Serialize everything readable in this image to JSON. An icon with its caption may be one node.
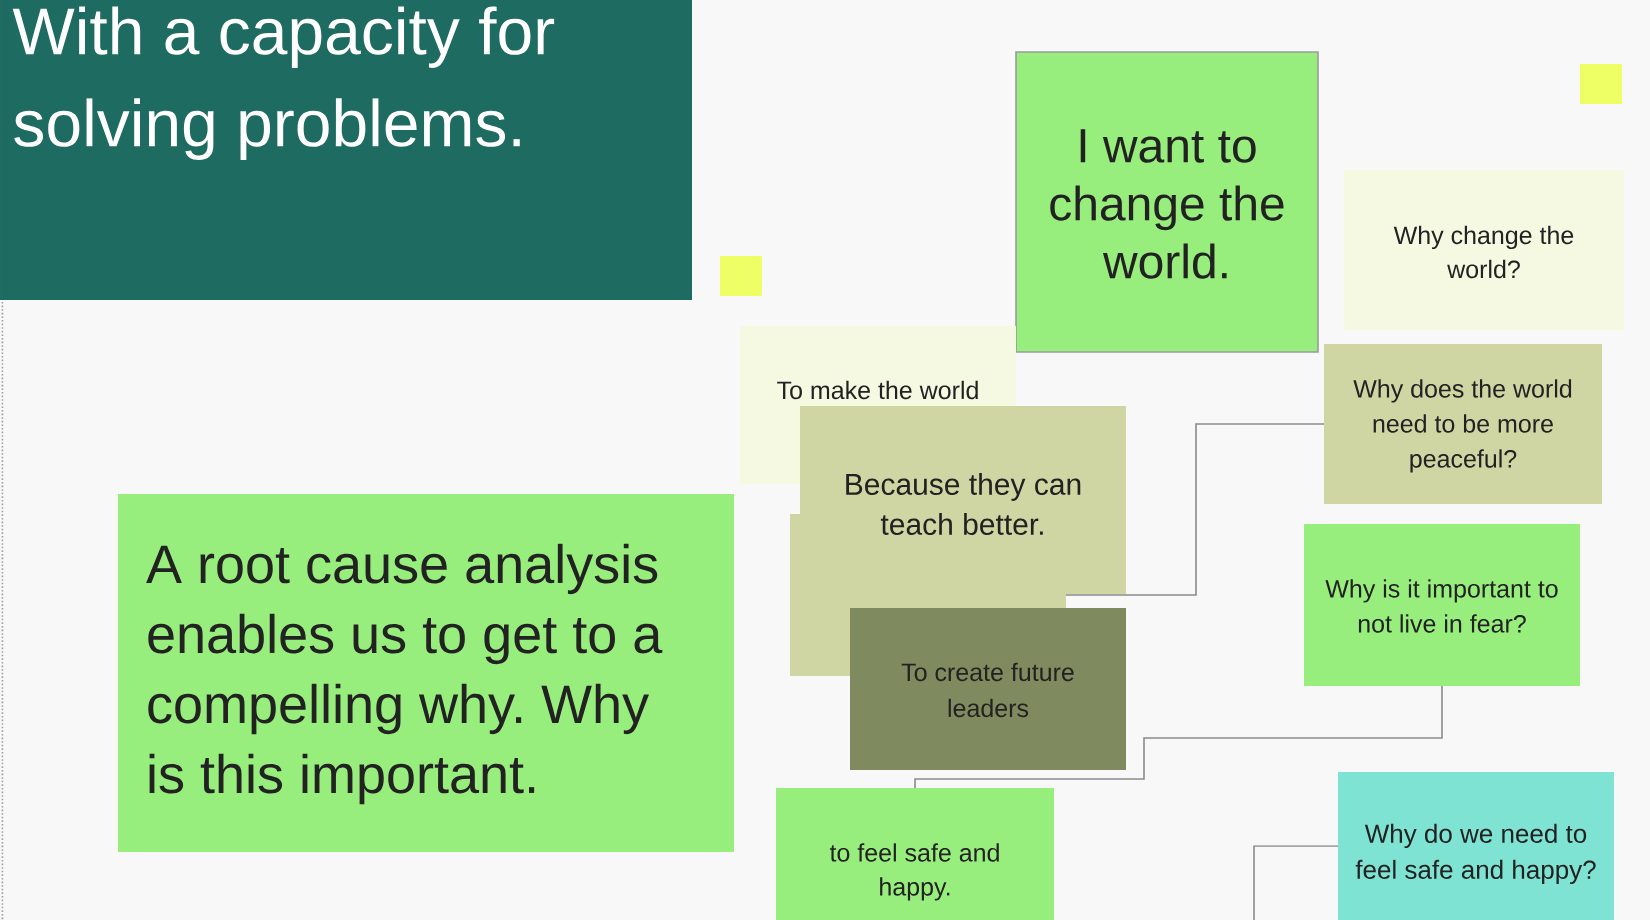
{
  "diagram": {
    "nodes": [
      {
        "text": [
          "With a capacity for solving problems."
        ]
      },
      {
        "text": [
          "I want to change the world."
        ]
      },
      {
        "text": [
          "Why change the world?"
        ]
      },
      {
        "text": [
          "To make the world"
        ]
      },
      {
        "text": [
          "Why does the world need to be more peaceful?"
        ]
      },
      {
        "text": [
          "Because they can teach better."
        ]
      },
      {
        "text": [
          "A root cause analysis enables us to get to a compelling why. Why is this important."
        ]
      },
      {
        "text": [],
        "shape": "box"
      },
      {
        "text": [
          "Why is it important to not live in fear?"
        ]
      },
      {
        "text": [
          "To create future leaders"
        ]
      },
      {
        "text": [
          "Why do we need to feel safe and happy?"
        ]
      },
      {
        "text": [
          "to feel safe and happy."
        ]
      }
    ],
    "edges": [
      {
        "from": 4,
        "to": 7,
        "arrow": "none"
      },
      {
        "from": 8,
        "to": 11,
        "arrow": "none"
      },
      {
        "from": 10,
        "to": null,
        "arrow": "none"
      }
    ]
  }
}
